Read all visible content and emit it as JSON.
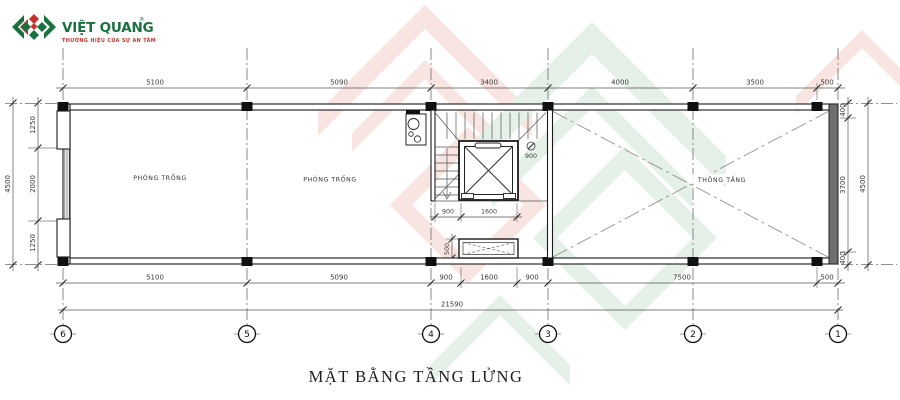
{
  "logo": {
    "brand": "VIỆT QUANG",
    "registered": "®",
    "tagline": "THƯƠNG HIỆU CỦA SỰ AN TÂM"
  },
  "drawing_title": "MẶT BẰNG TẦNG LỬNG",
  "colors": {
    "logo_green": "#1b713d",
    "logo_red": "#c5332b",
    "watermark_pink": "#f8e5e1",
    "watermark_green": "#e5f0e9"
  },
  "grid": {
    "labels": [
      "6",
      "5",
      "4",
      "3",
      "2",
      "1"
    ]
  },
  "dimensions": {
    "top": [
      "5100",
      "5090",
      "3400",
      "4000",
      "3500",
      "500"
    ],
    "bottom": [
      "5100",
      "5090",
      "900",
      "1600",
      "900",
      "7500",
      "500"
    ],
    "bottom_total": "21590",
    "left_total": "4500",
    "left": [
      "1250",
      "2000",
      "1250"
    ],
    "right": [
      "400",
      "3700",
      "400"
    ],
    "right_total": "4500",
    "core_bottom": [
      "900",
      "1600"
    ],
    "elevator_depth": "1600",
    "passage": "900",
    "planter_depth": "500"
  },
  "rooms": {
    "room1": "PHÒNG TRỐNG",
    "room2": "PHÒNG TRỐNG",
    "void": "THÔNG TẦNG"
  }
}
